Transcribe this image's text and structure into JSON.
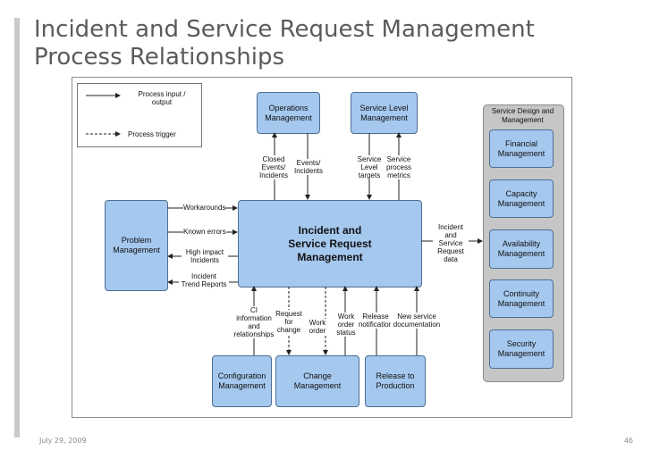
{
  "slide": {
    "title_line1": "Incident and Service Request Management",
    "title_line2": "Process Relationships",
    "date": "July 29, 2009",
    "page_number": "46"
  },
  "legend": {
    "input_output": "Process input /\noutput",
    "trigger": "Process trigger"
  },
  "boxes": {
    "operations": "Operations\nManagement",
    "service_level": "Service Level\nManagement",
    "central": "Incident and\nService Request\nManagement",
    "problem": "Problem\nManagement",
    "configuration": "Configuration\nManagement",
    "change": "Change\nManagement",
    "release": "Release to\nProduction"
  },
  "service_design": {
    "title": "Service Design and\nManagement",
    "items": [
      "Financial\nManagement",
      "Capacity\nManagement",
      "Availability\nManagement",
      "Continuity\nManagement",
      "Security\nManagement"
    ]
  },
  "flows": {
    "closed_events": "Closed\nEvents/\nIncidents",
    "events_incidents": "Events/\nIncidents",
    "service_level_targets": "Service\nLevel\ntargets",
    "service_process_metrics": "Service\nprocess\nmetrics",
    "workarounds": "Workarounds",
    "known_errors": "Known errors",
    "high_impact": "High impact\nIncidents",
    "trend_reports": "Incident\nTrend Reports",
    "incident_data": "Incident\nand\nService\nRequest\ndata",
    "ci_info": "CI\ninformation\nand\nrelationships",
    "request_for_change": "Request\nfor\nchange",
    "work_order": "Work\norder",
    "work_order_status": "Work\norder\nstatus",
    "release_notification": "Release\nnotification",
    "new_service_doc": "New service\ndocumentation"
  },
  "colors": {
    "box_fill": "#a5c8ef",
    "box_border": "#4d6e93",
    "group_fill": "#c6c6c6",
    "title_text": "#5b5b5b"
  }
}
